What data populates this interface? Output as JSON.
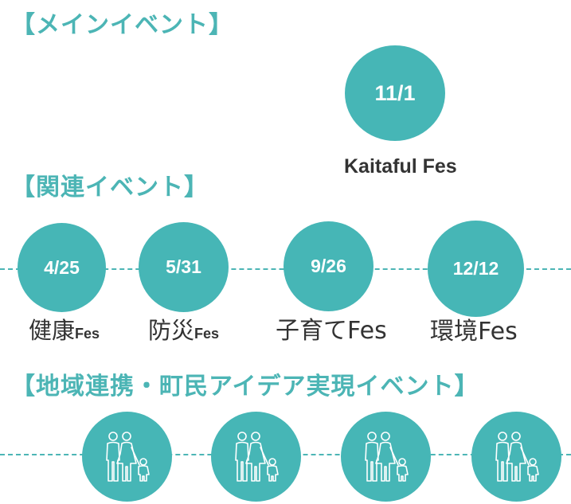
{
  "colors": {
    "accent": "#46b6b6",
    "heading": "#4cb5b5",
    "text": "#333333",
    "icon_stroke": "#ffffff"
  },
  "sections": {
    "main": {
      "heading": "【メインイベント】",
      "event": {
        "date": "11/1",
        "label": "Kaitaful Fes"
      }
    },
    "related": {
      "heading": "【関連イベント】",
      "events": [
        {
          "date": "4/25",
          "label_main": "健康",
          "label_suffix": "Fes"
        },
        {
          "date": "5/31",
          "label_main": "防災",
          "label_suffix": "Fes"
        },
        {
          "date": "9/26",
          "label_main": "子育てFes",
          "label_suffix": ""
        },
        {
          "date": "12/12",
          "label_main": "環境Fes",
          "label_suffix": ""
        }
      ]
    },
    "community": {
      "heading": "【地域連携・町民アイデア実現イベント】",
      "items": [
        {
          "icon": "family-icon"
        },
        {
          "icon": "family-icon"
        },
        {
          "icon": "family-icon"
        },
        {
          "icon": "family-icon"
        }
      ]
    }
  }
}
